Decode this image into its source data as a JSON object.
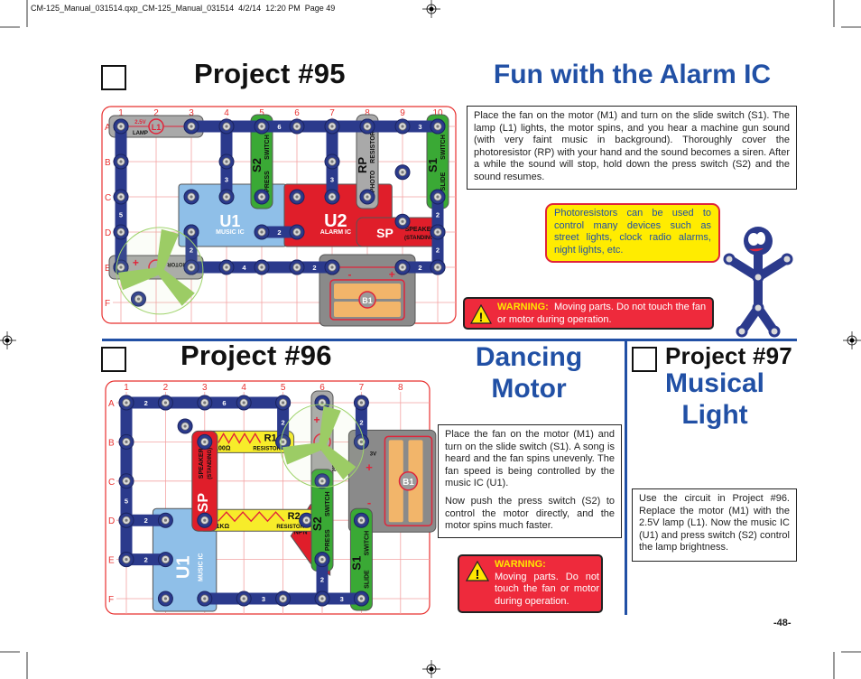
{
  "header": {
    "file_info": "CM-125_Manual_031514.qxp_CM-125_Manual_031514  4/2/14  12:20 PM  Page 49"
  },
  "colors": {
    "accent_blue": "#2150a5",
    "warning_red": "#ee2a3c",
    "warning_yellow": "#ffe600",
    "callout_yellow": "#ffec00",
    "grid_red": "#e8302f",
    "wire_blue": "#2b3a8c"
  },
  "project95": {
    "title": "Project #95",
    "subtitle": "Fun with the Alarm IC",
    "description": "Place the fan on the motor (M1) and turn on the slide switch (S1). The lamp (L1) lights, the motor spins, and you hear a machine gun sound (with very faint music in background). Thoroughly cover the photoresistor (RP) with your hand and the sound becomes a siren. After a while the sound will stop, hold down the press switch (S2) and the sound resumes.",
    "callout": "Photoresistors can be used to control many devices such as street lights, clock radio alarms, night lights, etc.",
    "warning": {
      "label": "WARNING:",
      "text": "Moving parts. Do not touch the fan or motor during operation."
    },
    "circuit": {
      "columns": [
        "1",
        "2",
        "3",
        "4",
        "5",
        "6",
        "7",
        "8",
        "9",
        "10"
      ],
      "rows": [
        "A",
        "B",
        "C",
        "D",
        "E",
        "F"
      ],
      "wires": [
        "5",
        "6",
        "3",
        "3",
        "3",
        "2",
        "2",
        "2",
        "4",
        "2",
        "2",
        "2"
      ],
      "parts": {
        "lamp": {
          "name": "L1",
          "value": "2.5V",
          "type": "LAMP"
        },
        "s2": {
          "name": "S2",
          "type": "PRESS",
          "kind": "SWITCH"
        },
        "rp": {
          "name": "RP",
          "type": "PHOTO",
          "kind": "RESISTOR"
        },
        "s1": {
          "name": "S1",
          "type": "SLIDE",
          "kind": "SWITCH"
        },
        "u1": {
          "name": "U1",
          "type": "MUSIC IC"
        },
        "u2": {
          "name": "U2",
          "type": "ALARM IC"
        },
        "sp": {
          "name": "SP",
          "type": "SPEAKER",
          "kind": "(STANDING)"
        },
        "motor": {
          "type": "MOTOR",
          "plus": "+"
        },
        "battery": {
          "name": "B1",
          "minus": "-",
          "plus": "+"
        }
      }
    }
  },
  "project96": {
    "title": "Project #96",
    "subtitle_line1": "Dancing",
    "subtitle_line2": "Motor",
    "description_p1": "Place the fan on the motor (M1) and turn on the slide switch (S1). A song is heard and the fan spins unevenly. The fan speed is being controlled by the music IC (U1).",
    "description_p2": "Now push the press switch (S2) to control the motor directly, and the motor spins much faster.",
    "warning": {
      "label": "WARNING:",
      "text": "Moving parts. Do not touch the fan or motor during operation."
    },
    "circuit": {
      "columns": [
        "1",
        "2",
        "3",
        "4",
        "5",
        "6",
        "7",
        "8"
      ],
      "rows": [
        "A",
        "B",
        "C",
        "D",
        "E",
        "F"
      ],
      "wires": [
        "2",
        "6",
        "5",
        "2",
        "2",
        "2",
        "2",
        "2",
        "3",
        "3"
      ],
      "parts": {
        "sp": {
          "name": "SP",
          "type": "SPEAKER",
          "kind": "(STANDING)"
        },
        "r1": {
          "name": "R1",
          "value": "100Ω",
          "type": "RESISTOR"
        },
        "r2": {
          "name": "R2",
          "value": "1KΩ",
          "type": "RESISTOR"
        },
        "u1": {
          "name": "U1",
          "type": "MUSIC IC"
        },
        "motor": {
          "type": "MOTOR",
          "plus": "+"
        },
        "battery": {
          "name": "B1",
          "value": "3V",
          "plus": "+",
          "minus": "-"
        },
        "s2": {
          "name": "S2",
          "type": "PRESS",
          "kind": "SWITCH"
        },
        "s1": {
          "name": "S1",
          "type": "SLIDE",
          "kind": "SWITCH"
        },
        "q": {
          "name": "NPN"
        }
      }
    }
  },
  "project97": {
    "title": "Project #97",
    "subtitle_line1": "Musical",
    "subtitle_line2": "Light",
    "description": "Use the circuit in Project #96. Replace the motor (M1) with the 2.5V lamp (L1). Now the music IC (U1) and press switch (S2) control the lamp brightness."
  },
  "page_number": "-48-"
}
